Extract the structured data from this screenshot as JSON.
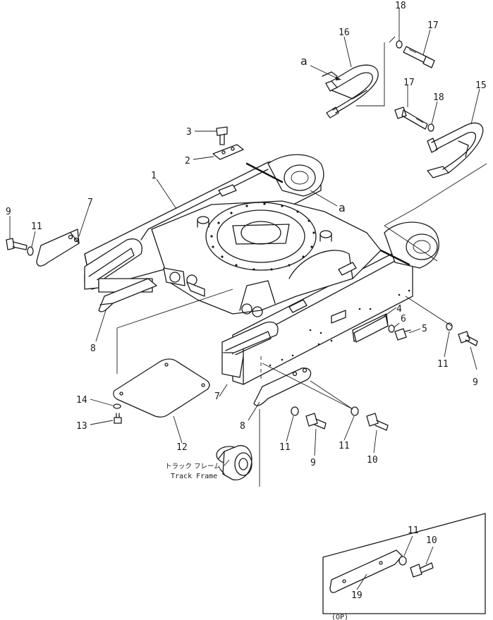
{
  "callouts": {
    "n1": "1",
    "n2": "2",
    "n3": "3",
    "n4": "4",
    "n5": "5",
    "n6": "6",
    "n7a": "7",
    "n7b": "7",
    "n8a": "8",
    "n8b": "8",
    "n9a": "9",
    "n9b": "9",
    "n9c": "9",
    "n10a": "10",
    "n10b": "10",
    "n11a": "11",
    "n11b": "11",
    "n11c": "11",
    "n11d": "11",
    "n11e": "11",
    "n12": "12",
    "n13": "13",
    "n14": "14",
    "n15": "15",
    "n16": "16",
    "n17a": "17",
    "n17b": "17",
    "n18a": "18",
    "n18b": "18",
    "n19": "19"
  },
  "refs": {
    "a_top": "a",
    "a_frame": "a"
  },
  "track_frame_label": {
    "jp": "トラック フレーム",
    "en": "Track Frame"
  },
  "option_caption": "(OP)"
}
